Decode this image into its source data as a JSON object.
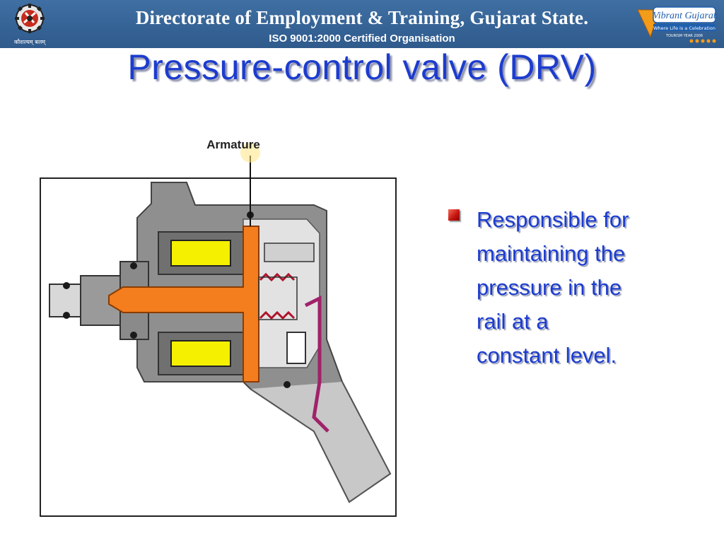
{
  "header": {
    "title": "Directorate of Employment & Training, Gujarat State.",
    "subtitle": "ISO 9001:2000 Certified Organisation",
    "left_logo_caption": "कौशल्यम् बलम्",
    "right_logo_text": "Vibrant Gujarat",
    "right_logo_tagline": "Where Life is a Celebration",
    "right_logo_year": "TOURISM YEAR 2006"
  },
  "slide": {
    "title": "Pressure-control valve (DRV)",
    "bullets": [
      "Responsible for\nmaintaining the\npressure in the\nrail at  a\nconstant level."
    ]
  },
  "diagram": {
    "label_armature": "Armature"
  },
  "colors": {
    "header_bg": "#345f92",
    "title": "#1c3ccf",
    "bullet_mark": "#c4120e",
    "armature_orange": "#f47d1e",
    "coil_yellow": "#f4f000",
    "housing_gray": "#8a8a8a"
  }
}
